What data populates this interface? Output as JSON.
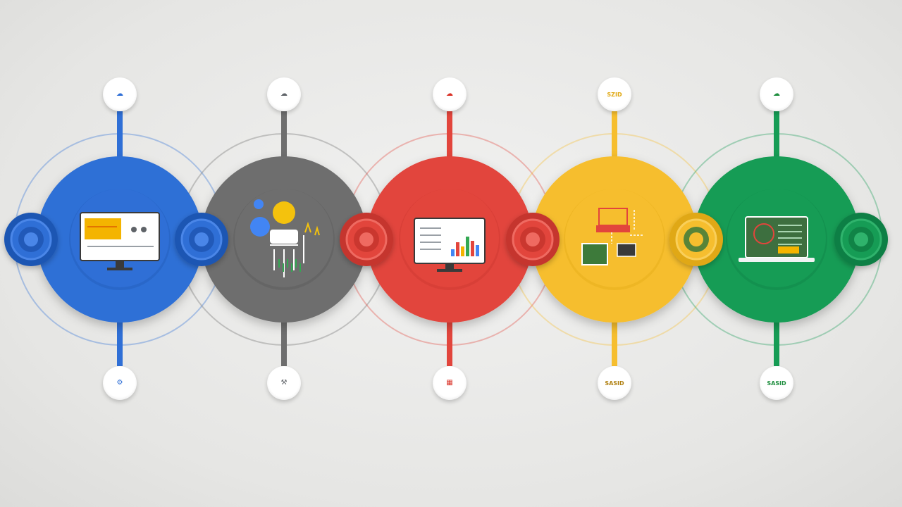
{
  "diagram": {
    "type": "five-stage circular process flow",
    "stages": [
      {
        "id": "stage-1",
        "color_name": "blue",
        "colors": {
          "main": "#2f6fd6",
          "dark": "#1f56b3",
          "light": "#4a86e8",
          "accent": "#f4b400"
        },
        "illustration": "monitor-document-icon",
        "top_badge": {
          "icon": "cloud-icon",
          "label": "",
          "color": "#2f6fd6"
        },
        "bottom_badge": {
          "icon": "gear-icon",
          "label": "",
          "color": "#2f6fd6"
        }
      },
      {
        "id": "stage-2",
        "color_name": "gray",
        "colors": {
          "main": "#6e6e6e",
          "dark": "#565656",
          "light": "#858585",
          "accent": "#f4c20d"
        },
        "illustration": "ideas-network-icon",
        "top_badge": {
          "icon": "cloud-icon",
          "label": "",
          "color": "#5f6368"
        },
        "bottom_badge": {
          "icon": "tools-icon",
          "label": "",
          "color": "#5f6368"
        }
      },
      {
        "id": "stage-3",
        "color_name": "red",
        "colors": {
          "main": "#e2453c",
          "dark": "#c5352d",
          "light": "#ef6a61",
          "accent": "#34a853"
        },
        "illustration": "monitor-bar-chart-icon",
        "top_badge": {
          "icon": "cloud-icon",
          "label": "",
          "color": "#d93025"
        },
        "bottom_badge": {
          "icon": "chart-icon",
          "label": "",
          "color": "#d93025"
        }
      },
      {
        "id": "stage-4",
        "color_name": "yellow",
        "colors": {
          "main": "#f6be2e",
          "dark": "#e0a812",
          "light": "#f9cf5a",
          "accent": "#e2453c"
        },
        "illustration": "blueprint-workflow-icon",
        "top_badge": {
          "icon": "text-icon",
          "label": "SZID",
          "color": "#e0a812"
        },
        "bottom_badge": {
          "icon": "text-icon",
          "label": "SASID",
          "color": "#b08010"
        }
      },
      {
        "id": "stage-5",
        "color_name": "green",
        "colors": {
          "main": "#169c55",
          "dark": "#0f7f44",
          "light": "#2fb36c",
          "accent": "#f4b400"
        },
        "illustration": "laptop-dashboard-icon",
        "top_badge": {
          "icon": "cloud-icon",
          "label": "",
          "color": "#1e8e3e"
        },
        "bottom_badge": {
          "icon": "text-icon",
          "label": "SASID",
          "color": "#1e8e3e"
        }
      }
    ]
  }
}
